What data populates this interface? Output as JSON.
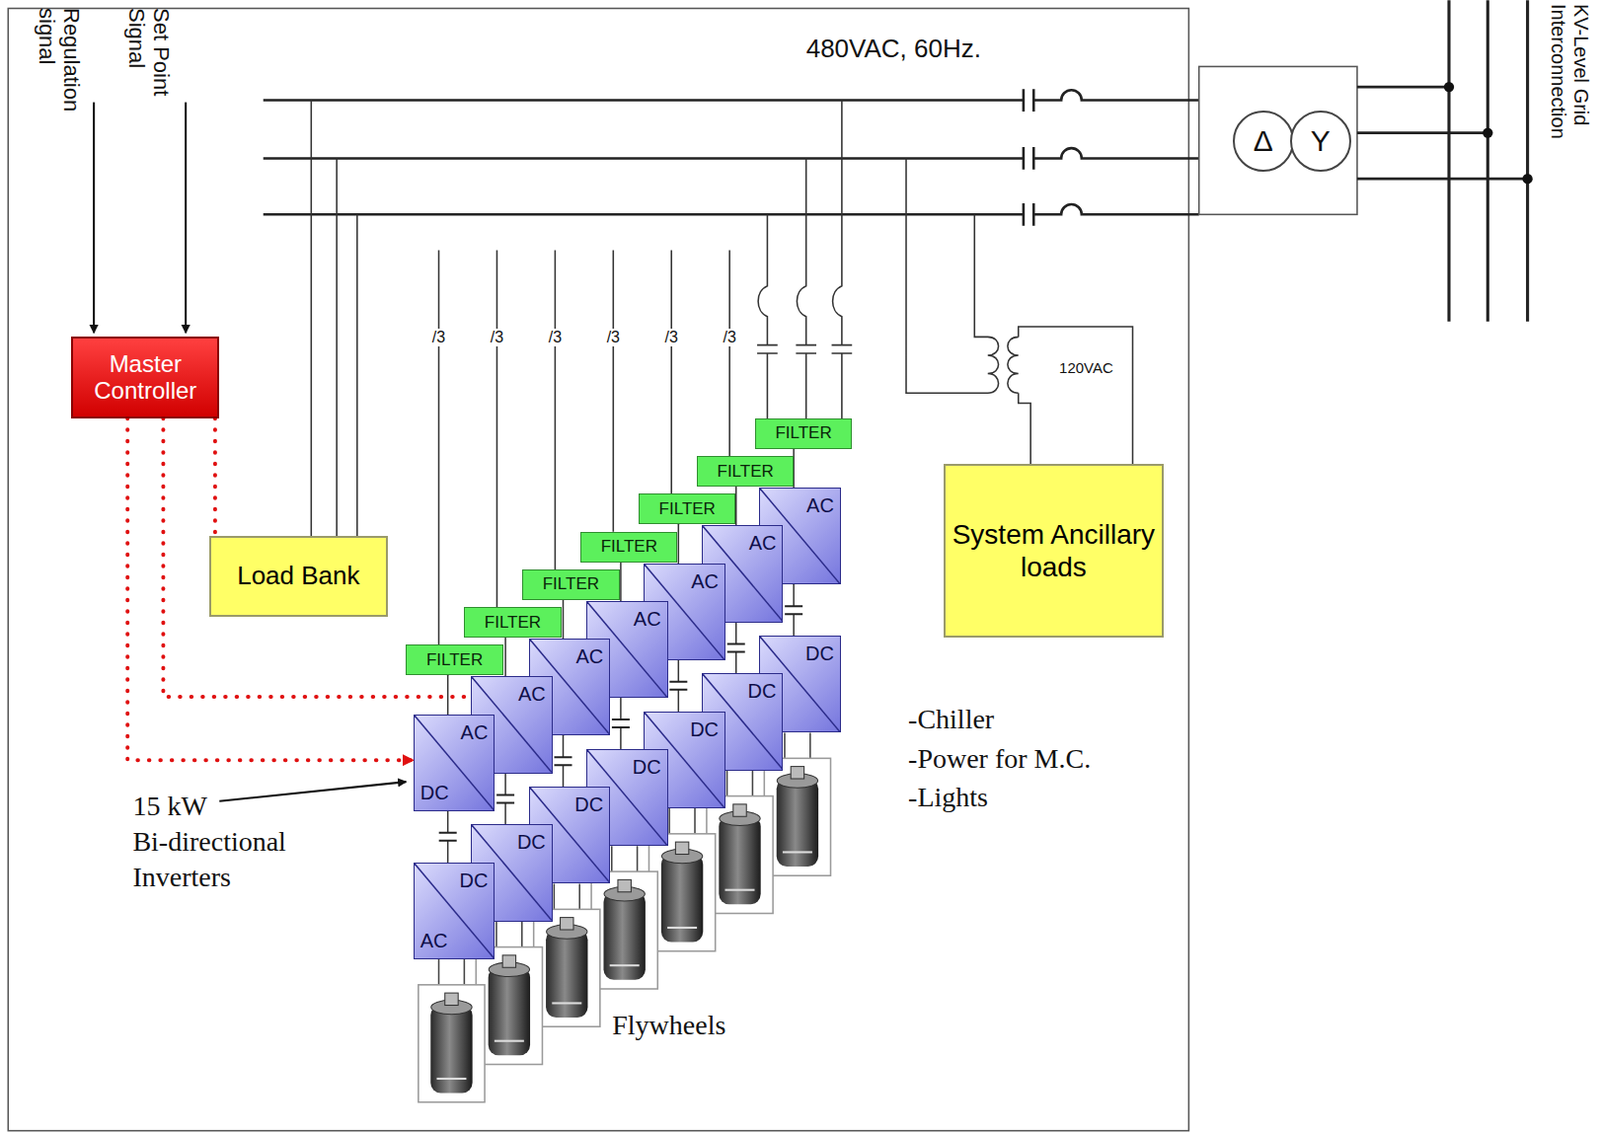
{
  "diagram": {
    "nodes": [
      {
        "text": [
          "Master Controller"
        ]
      },
      {
        "text": [
          "Load Bank"
        ]
      },
      {
        "text": [
          "System Ancillary loads"
        ]
      },
      {
        "text": [
          "FILTER"
        ]
      },
      {
        "text": [
          "FILTER"
        ]
      },
      {
        "text": [
          "FILTER"
        ]
      },
      {
        "text": [
          "FILTER"
        ]
      },
      {
        "text": [
          "FILTER"
        ]
      },
      {
        "text": [
          "FILTER"
        ]
      },
      {
        "text": [
          "FILTER"
        ]
      },
      {
        "text": [
          "AC"
        ]
      },
      {
        "text": [
          "AC"
        ]
      },
      {
        "text": [
          "AC"
        ]
      },
      {
        "text": [
          "AC"
        ]
      },
      {
        "text": [
          "AC"
        ]
      },
      {
        "text": [
          "AC"
        ]
      },
      {
        "text": [
          "AC",
          "DC"
        ]
      },
      {
        "text": [
          "DC"
        ]
      },
      {
        "text": [
          "DC"
        ]
      },
      {
        "text": [
          "DC"
        ]
      },
      {
        "text": [
          "DC"
        ]
      },
      {
        "text": [
          "DC"
        ]
      },
      {
        "text": [
          "DC"
        ]
      },
      {
        "text": [
          "DC",
          "AC"
        ]
      },
      {
        "text": [
          "Δ"
        ]
      },
      {
        "text": [
          "Y"
        ]
      }
    ],
    "edges": [
      {
        "from": 0,
        "to": 1,
        "arrow": "none"
      },
      {
        "from": 0,
        "to": 15,
        "arrow": "none"
      },
      {
        "from": 0,
        "to": 16,
        "arrow": "to"
      },
      {
        "from": 3,
        "to": 10,
        "arrow": "none"
      },
      {
        "from": 4,
        "to": 11,
        "arrow": "none"
      },
      {
        "from": 5,
        "to": 12,
        "arrow": "none"
      },
      {
        "from": 6,
        "to": 13,
        "arrow": "none"
      },
      {
        "from": 7,
        "to": 14,
        "arrow": "none"
      },
      {
        "from": 8,
        "to": 15,
        "arrow": "none"
      },
      {
        "from": 9,
        "to": 16,
        "arrow": "none"
      },
      {
        "from": 10,
        "to": 17,
        "arrow": "none"
      },
      {
        "from": 11,
        "to": 18,
        "arrow": "none"
      },
      {
        "from": 12,
        "to": 19,
        "arrow": "none"
      },
      {
        "from": 13,
        "to": 20,
        "arrow": "none"
      },
      {
        "from": 14,
        "to": 21,
        "arrow": "none"
      },
      {
        "from": 15,
        "to": 22,
        "arrow": "none"
      },
      {
        "from": 16,
        "to": 23,
        "arrow": "none"
      }
    ],
    "labels": [
      "480VAC, 60Hz.",
      "KV-Level Grid Interconnection",
      "Set Point Signal",
      "Regulation signal",
      "/3",
      "/3",
      "/3",
      "/3",
      "/3",
      "/3",
      "120VAC",
      "-Chiller",
      "-Power for M.C.",
      "-Lights",
      "15 kW Bi-directional Inverters",
      "Flywheels"
    ]
  }
}
